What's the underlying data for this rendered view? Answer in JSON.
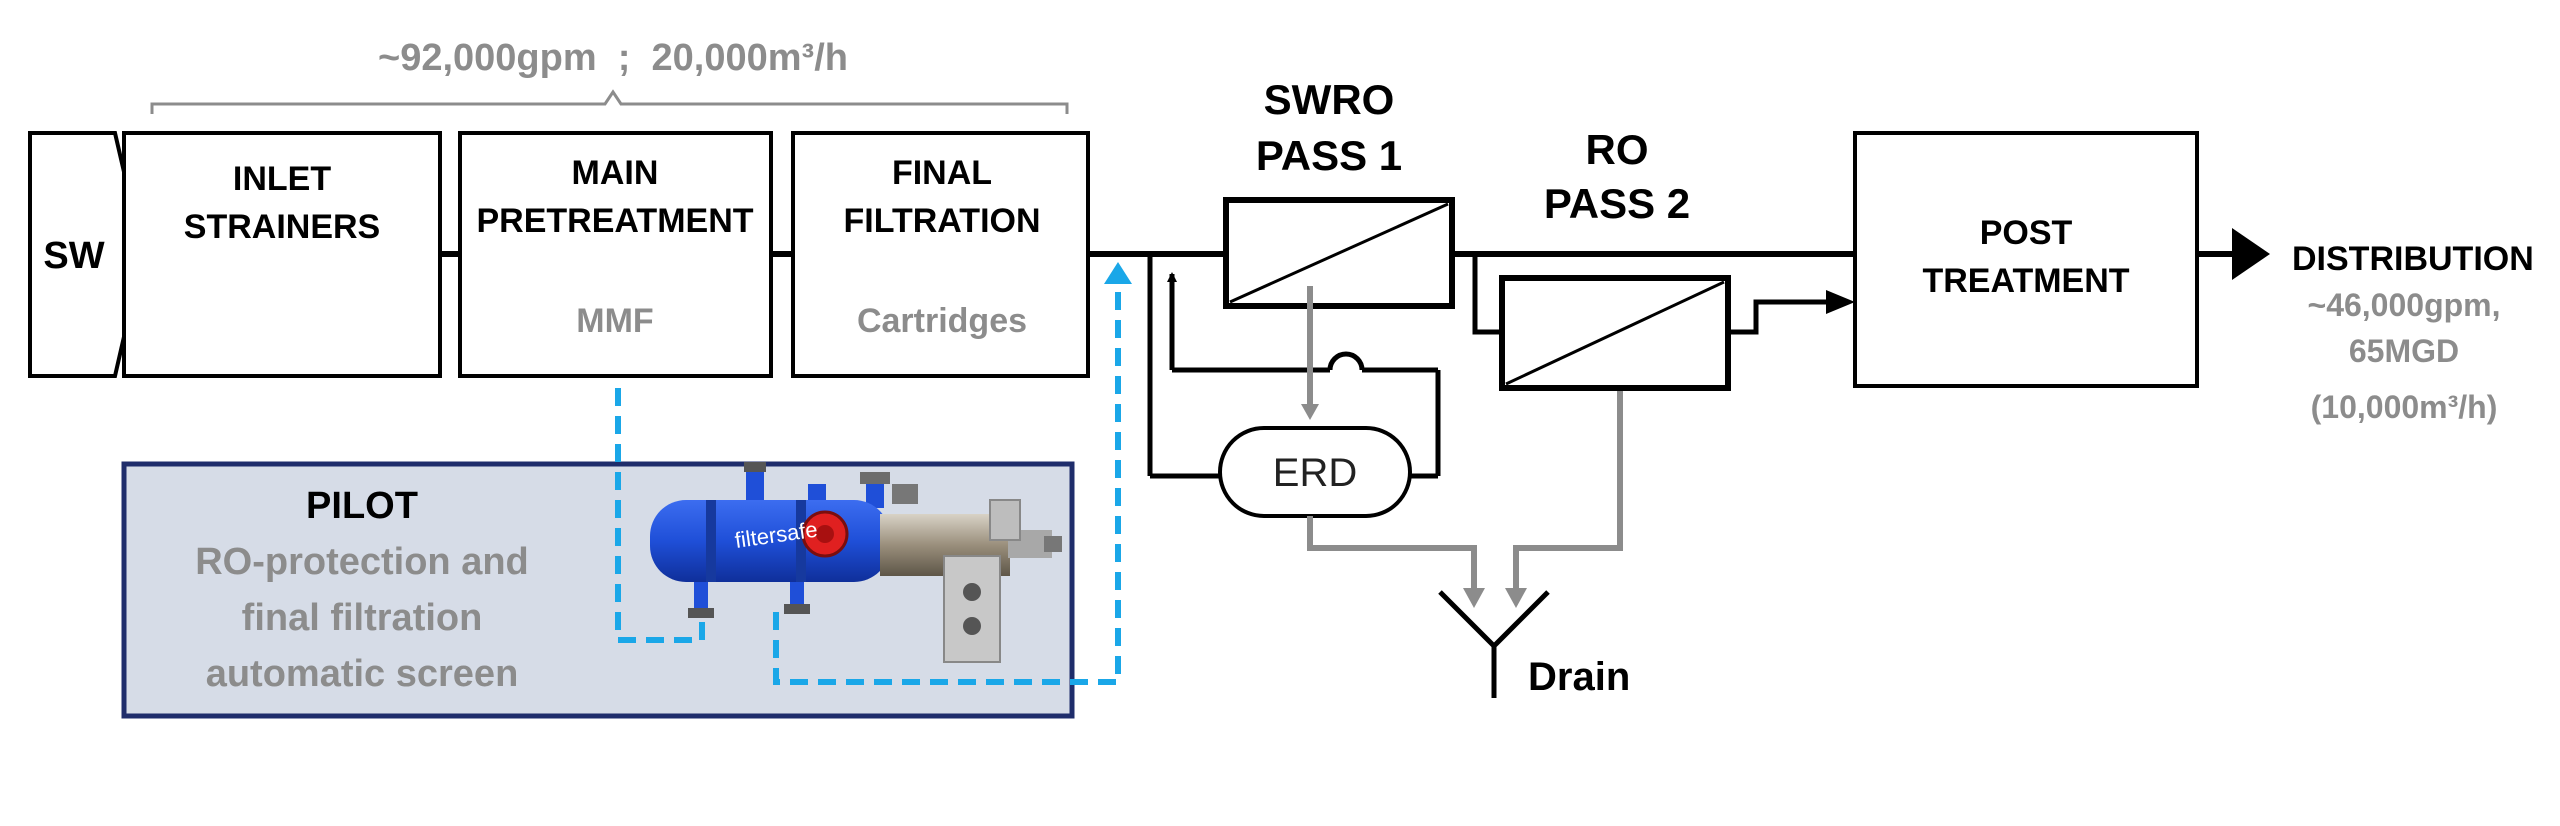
{
  "colors": {
    "line": "#000000",
    "secondary_text": "#8c8c8c",
    "reject_line": "#8c8c8c",
    "pilot_panel_fill": "#d6dce7",
    "pilot_panel_border": "#1f2d6b",
    "pilot_line": "#1aa7e8",
    "filter_body": "#1f4fd8"
  },
  "flow": {
    "top_label": "~92,000gpm  ;  20,000m³/h"
  },
  "source": {
    "label": "SW"
  },
  "blocks": {
    "inlet": {
      "line1": "INLET",
      "line2": "STRAINERS"
    },
    "pretreatment": {
      "line1": "MAIN",
      "line2": "PRETREATMENT",
      "sub": "MMF"
    },
    "final": {
      "line1": "FINAL",
      "line2": "FILTRATION",
      "sub": "Cartridges"
    },
    "post": {
      "line1": "POST",
      "line2": "TREATMENT"
    }
  },
  "swro": {
    "line1": "SWRO",
    "line2": "PASS 1"
  },
  "ro2": {
    "line1": "RO",
    "line2": "PASS 2"
  },
  "erd": {
    "label": "ERD"
  },
  "drain": {
    "label": "Drain"
  },
  "distribution": {
    "label": "DISTRIBUTION",
    "line1": "~46,000gpm,",
    "line2": "65MGD",
    "line3": "(10,000m³/h)"
  },
  "pilot": {
    "title": "PILOT",
    "line1": "RO-protection and",
    "line2": "final filtration",
    "line3": "automatic screen",
    "brand": "filtersafe"
  },
  "icons": [
    "filter-unit-icon",
    "arrow-right-icon",
    "drain-icon"
  ]
}
